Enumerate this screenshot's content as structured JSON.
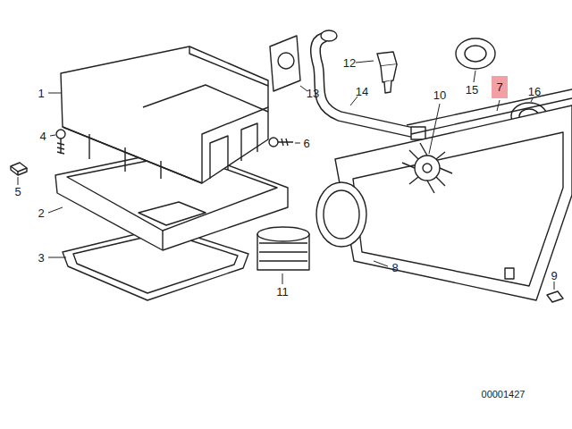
{
  "diagram": {
    "nodes": [
      {
        "text": [
          "7"
        ]
      }
    ],
    "labels": [
      "1",
      "2",
      "3",
      "4",
      "5",
      "6",
      "8",
      "9",
      "10",
      "11",
      "12",
      "13",
      "14",
      "15",
      "16",
      "00001427"
    ]
  }
}
